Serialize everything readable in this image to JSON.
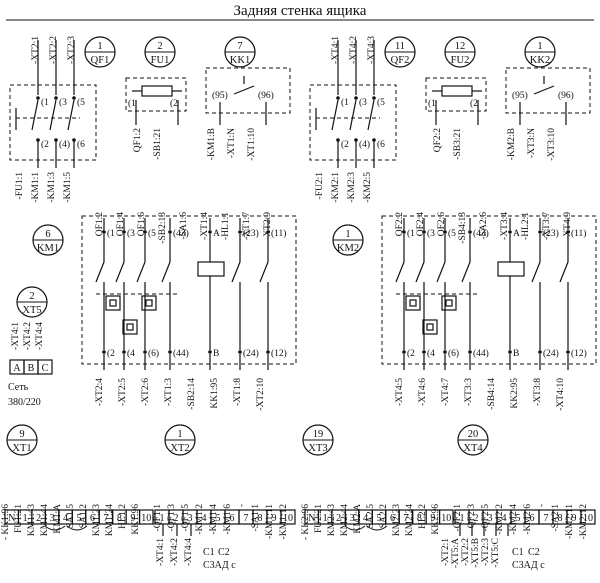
{
  "title": "Задняя стенка ящика",
  "symbols": {
    "qf1": {
      "num": "1",
      "name": "QF1"
    },
    "fu1": {
      "num": "2",
      "name": "FU1"
    },
    "kk1": {
      "num": "7",
      "name": "KK1"
    },
    "qf2": {
      "num": "11",
      "name": "QF2"
    },
    "fu2": {
      "num": "12",
      "name": "FU2"
    },
    "kk2": {
      "num": "1",
      "name": "KK2"
    },
    "km1": {
      "num": "6",
      "name": "KM1"
    },
    "km2": {
      "num": "1",
      "name": "KM2"
    },
    "xt5": {
      "num": "2",
      "name": "XT5"
    },
    "xt1": {
      "num": "9",
      "name": "XT1"
    },
    "xt2": {
      "num": "1",
      "name": "XT2"
    },
    "xt3": {
      "num": "19",
      "name": "XT3"
    },
    "xt4": {
      "num": "20",
      "name": "XT4"
    }
  },
  "labels": {
    "qf1_top": [
      "-XT2:1",
      "-XT2:2",
      "-XT2:3"
    ],
    "qf1_bot": [
      "-FU1:1",
      "-KM1:1",
      "-KM1:3",
      "-KM1:5"
    ],
    "fu1_bot": [
      "QF1:2",
      "-SB1:21"
    ],
    "kk1_bot": [
      "-KM1:B",
      "-XT1:N",
      "-XT1:10"
    ],
    "qf2_top": [
      "-XT4:1",
      "-XT4:2",
      "-XT4:3"
    ],
    "qf2_bot": [
      "-FU2:1",
      "-KM2:1",
      "-KM2:3",
      "-KM2:5"
    ],
    "fu2_bot": [
      "QF2:2",
      "-SB3:21"
    ],
    "kk2_bot": [
      "-KM2:B",
      "-XT3:N",
      "-XT3:10"
    ],
    "km1_top": [
      "QF1:2",
      "QF1:4",
      "QF1:6",
      "-SB2:13",
      "-SA1:6",
      "-XT1:4",
      "-HL1:1",
      "-XT1:7",
      "-XT2:9"
    ],
    "km1_bot": [
      "-XT2:4",
      "-XT2:5",
      "-XT2:6",
      "-XT1:3",
      "-SB2:14",
      "KK1:95",
      "-XT1:8",
      "-XT2:10"
    ],
    "km2_top": [
      "QF2:2",
      "QF2:4",
      "QF2:6",
      "-SB4:13",
      "-SA2:6",
      "-XT3:4",
      "-HL2:1",
      "-XT3:7",
      "-XT4:9"
    ],
    "km2_bot": [
      "-XT4:5",
      "-XT4:6",
      "-XT4:7",
      "-XT3:3",
      "-SB4:14",
      "KK2:95",
      "-XT3:8",
      "-XT4:10"
    ],
    "xt5_side": [
      "-XT4:1",
      "-XT4:2",
      "-XT4:4"
    ],
    "phases": [
      "A",
      "B",
      "C"
    ],
    "net": "Сеть",
    "volt": "380/220",
    "xt1_top": [
      "- KK1:96",
      "FU1:21",
      "KM1:43",
      "KM1:44",
      "KM1:A",
      "SA1:5",
      "SA1:2",
      "KM1:23",
      "KM1:24",
      "HL1:2",
      "KK1:96"
    ],
    "xt2_top": [
      "-QF1:1",
      "-QF1:3",
      "-QF1:5",
      "-KM1:2",
      "-KM1:4",
      "-KM1:6",
      "-",
      "-SA1:1",
      "-KM1:11",
      "-KM1:12"
    ],
    "xt3_top": [
      "- KK2:96",
      "FU2:21",
      "KM2:43",
      "KM2:44",
      "KM2:A",
      "SA2:5",
      "SA2:2",
      "KM2:23",
      "KM2:24",
      "HL2:2",
      "KK2:96"
    ],
    "xt4_top": [
      "-QF2:1",
      "-QF2:3",
      "-QF2:5",
      "-KM2:2",
      "-KM2:4",
      "-KM2:6",
      "-",
      "-SA2:1",
      "-KM2:11",
      "-KM2:12"
    ],
    "xt1_cells": [
      "N",
      "1",
      "2",
      "3",
      "4",
      "5",
      "6",
      "7",
      "8",
      "9",
      "10"
    ],
    "xt2_cells": [
      "1",
      "2",
      "3",
      "4",
      "5",
      "6",
      "7",
      "8",
      "9",
      "10"
    ],
    "xt2_bot": [
      "-XT4:1",
      "-XT4:2",
      "-XT4:4"
    ],
    "xt2_c": [
      "C1",
      "C2",
      "C3АД с"
    ],
    "xt4_bot": [
      "-XT2:1",
      "-XT5:A",
      "-XT2:2",
      "-XT5:B",
      "-XT2:3",
      "-XT5:C"
    ],
    "xt4_c": [
      "C1",
      "C2",
      "C3АД с"
    ]
  }
}
